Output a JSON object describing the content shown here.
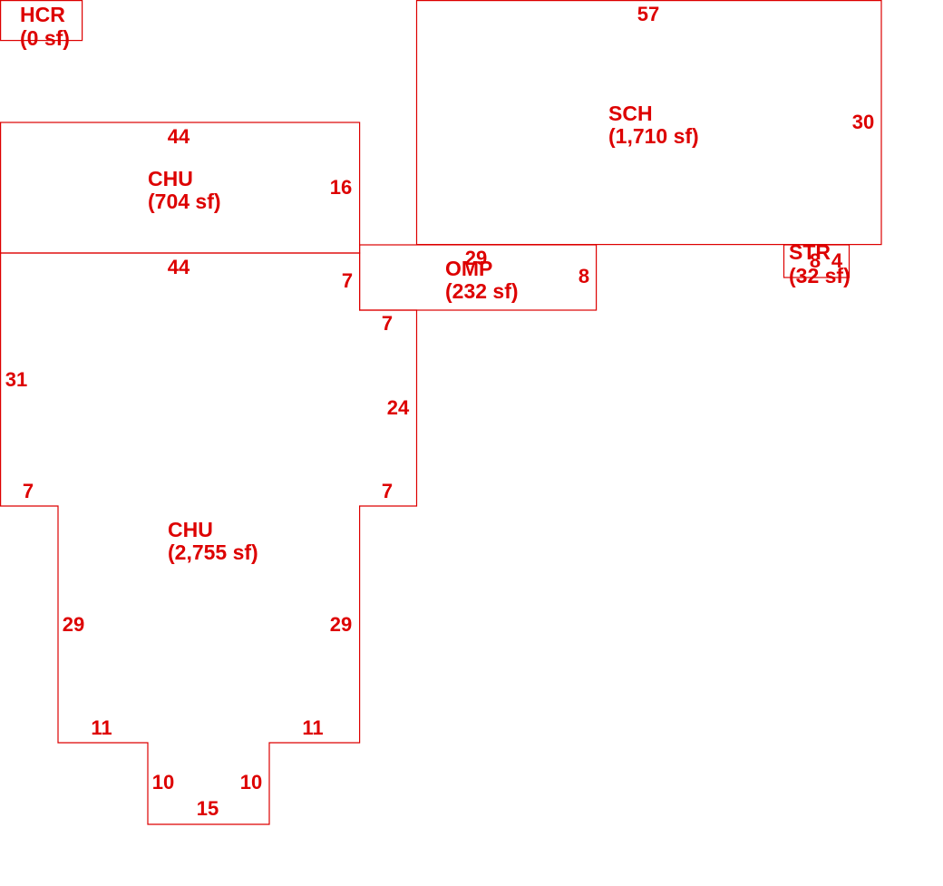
{
  "colors": {
    "line": "#dd0000",
    "background": "#ffffff"
  },
  "areas": [
    {
      "code": "HCR",
      "size": "(0 sf)"
    },
    {
      "code": "SCH",
      "size": "(1,710 sf)"
    },
    {
      "code": "CHU",
      "size": "(704 sf)"
    },
    {
      "code": "OMP",
      "size": "(232 sf)"
    },
    {
      "code": "STR",
      "size": "(32 sf)"
    },
    {
      "code": "CHU",
      "size": "(2,755 sf)"
    }
  ],
  "dimensions": {
    "sch_top": "57",
    "sch_right": "30",
    "chu_small_top": "44",
    "chu_small_right": "16",
    "chu_large_top": "44",
    "chu_large_right_upper": "7",
    "omp_top": "29",
    "omp_right": "8",
    "str_left": "8",
    "str_right": "4",
    "chu_large_left": "31",
    "chu_large_step_right": "7",
    "chu_large_right_mid": "24",
    "chu_large_notch_left": "7",
    "chu_large_notch_right": "7",
    "chu_large_wing_left": "29",
    "chu_large_wing_right": "29",
    "chu_large_shoulder_left": "11",
    "chu_large_shoulder_right": "11",
    "chu_large_apse_left": "10",
    "chu_large_apse_right": "10",
    "chu_large_bottom": "15"
  }
}
